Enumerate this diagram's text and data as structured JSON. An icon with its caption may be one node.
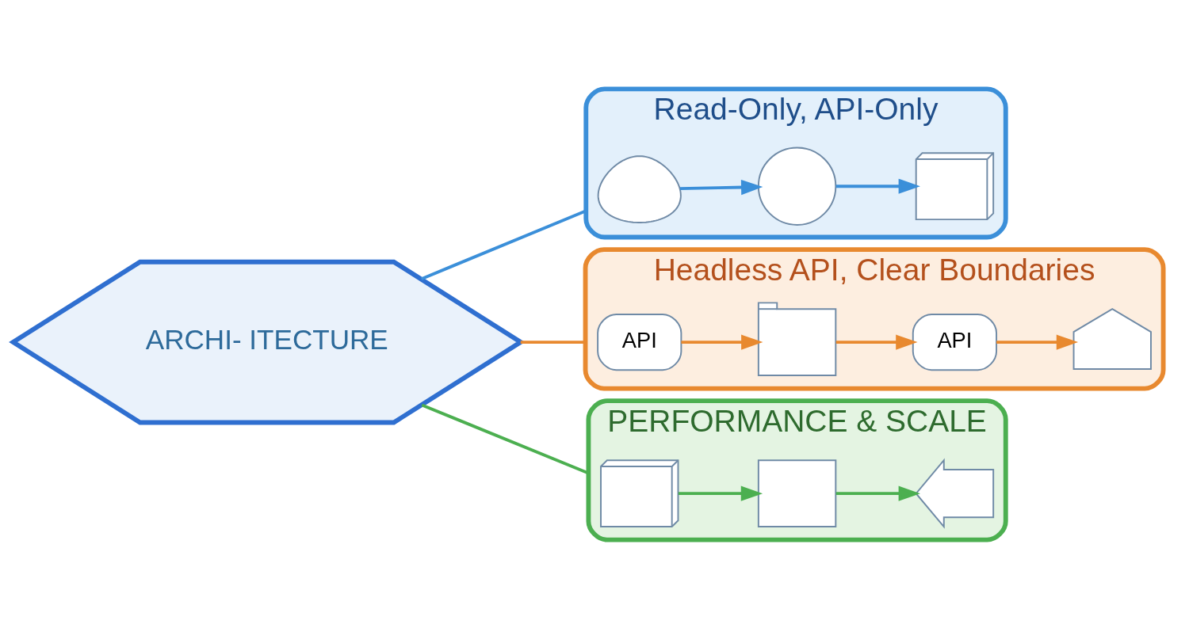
{
  "diagram": {
    "nodes": [
      {
        "text": [
          "Read-Only, API-Only"
        ]
      },
      {
        "text": [],
        "shape": "person",
        "in": 0
      },
      {
        "text": [],
        "shape": "magnifier",
        "in": 0
      },
      {
        "text": [],
        "shape": "server",
        "in": 0
      },
      {
        "text": [
          "ARCHI- ITECTURE"
        ]
      },
      {
        "text": [
          "Headless API, Clear Boundaries"
        ]
      },
      {
        "text": [
          "API"
        ],
        "in": 5
      },
      {
        "text": [],
        "shape": "browser",
        "in": 5
      },
      {
        "text": [
          "API"
        ],
        "in": 5
      },
      {
        "text": [],
        "shape": "kiosk",
        "in": 5
      },
      {
        "text": [
          "PERFORMANCE & SCALE"
        ]
      },
      {
        "text": [],
        "shape": "server",
        "in": 10
      },
      {
        "text": [],
        "shape": "bar",
        "in": 10
      },
      {
        "text": [],
        "shape": "chart",
        "in": 10
      }
    ],
    "edges": [
      {
        "from": 1,
        "to": 2,
        "arrow": "to",
        "color": "#3b8fd9"
      },
      {
        "from": 2,
        "to": 3,
        "arrow": "to",
        "color": "#3b8fd9"
      },
      {
        "from": 6,
        "to": 7,
        "arrow": "to",
        "color": "#e8892f"
      },
      {
        "from": 7,
        "to": 8,
        "arrow": "to",
        "color": "#e8892f"
      },
      {
        "from": 8,
        "to": 9,
        "arrow": "to",
        "color": "#e8892f"
      },
      {
        "from": 11,
        "to": 12,
        "arrow": "to",
        "color": "#4caf50"
      },
      {
        "from": 12,
        "to": 13,
        "arrow": "to",
        "color": "#4caf50"
      },
      {
        "from": 4,
        "to": 0,
        "arrow": "none",
        "color": "#3b8fd9"
      },
      {
        "from": 4,
        "to": 5,
        "arrow": "none",
        "color": "#e8892f"
      },
      {
        "from": 4,
        "to": 10,
        "arrow": "none",
        "color": "#4caf50"
      }
    ]
  }
}
